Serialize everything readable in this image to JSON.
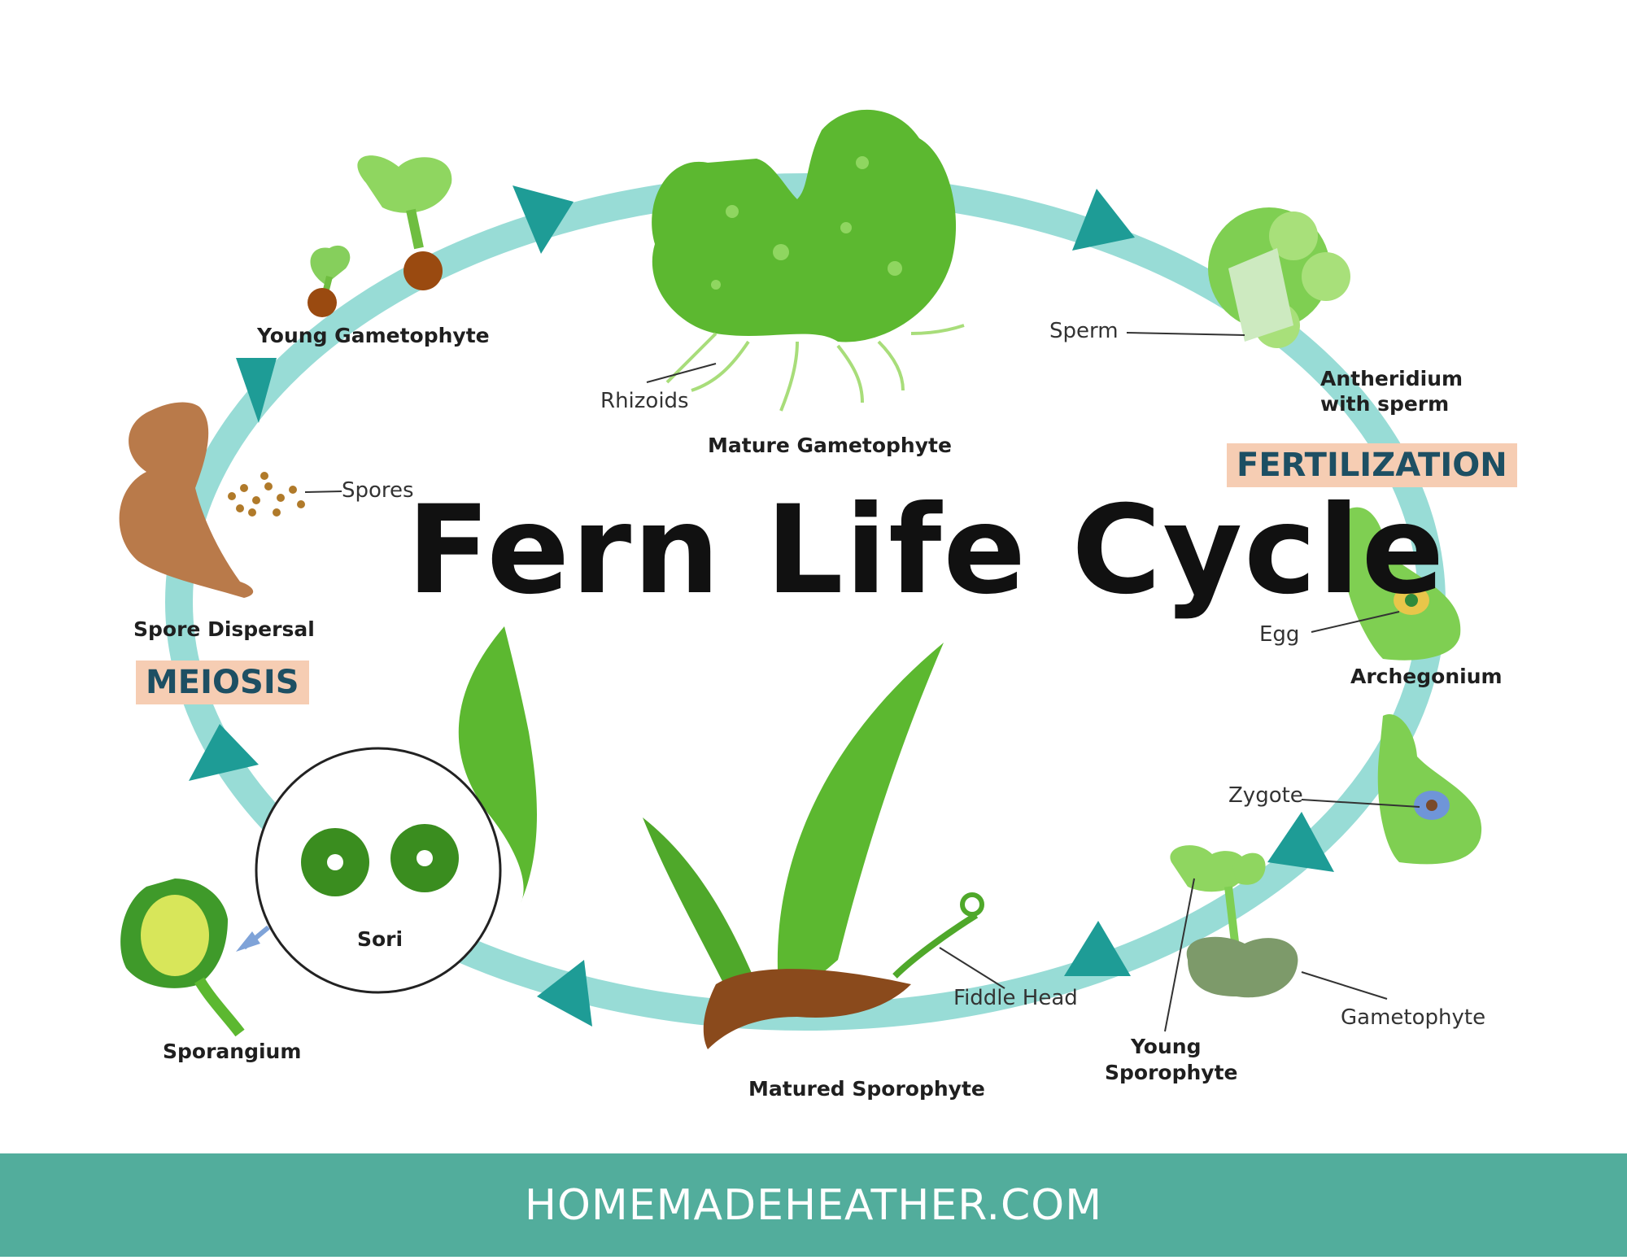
{
  "title": "Fern Life Cycle",
  "stages": {
    "meiosis": "MEIOSIS",
    "fertilization": "FERTILIZATION"
  },
  "labels": {
    "young_gametophyte": "Young Gametophyte",
    "rhizoids": "Rhizoids",
    "mature_gametophyte": "Mature Gametophyte",
    "sperm": "Sperm",
    "antheridium_line1": "Antheridium",
    "antheridium_line2": "with sperm",
    "spores": "Spores",
    "spore_dispersal": "Spore Dispersal",
    "egg": "Egg",
    "archegonium": "Archegonium",
    "zygote": "Zygote",
    "sori": "Sori",
    "sporangium": "Sporangium",
    "fiddle_head": "Fiddle Head",
    "gametophyte": "Gametophyte",
    "young_sporophyte_line1": "Young",
    "young_sporophyte_line2": "Sporophyte",
    "matured_sporophyte": "Matured Sporophyte"
  },
  "footer": "HOMEMADEHEATHER.COM",
  "colors": {
    "cycle_ring": "#98dcd6",
    "arrow": "#1e9c96",
    "leaf": "#5cb830",
    "leaf_dark": "#3a8d1f",
    "stage_tag_bg": "#f6cdb3",
    "stage_tag_text": "#1d4f63",
    "footer_bg": "#52ad9c"
  }
}
